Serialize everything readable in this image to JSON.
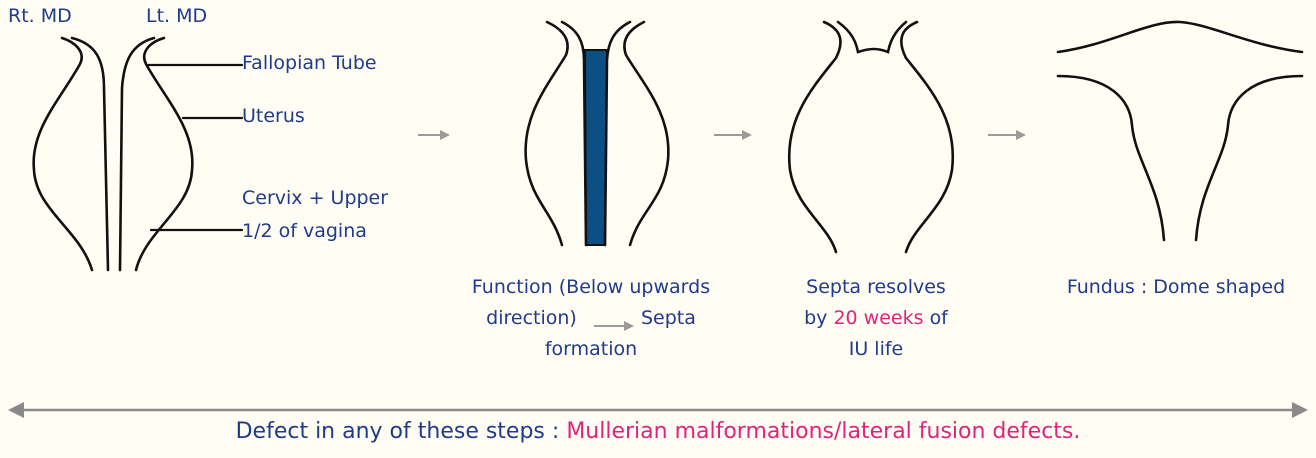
{
  "labels": {
    "right_md": "Rt. MD",
    "left_md": "Lt. MD",
    "fallopian_tube": "Fallopian Tube",
    "uterus": "Uterus",
    "cervix_line1": "Cervix + Upper",
    "cervix_line2": "1/2 of vagina"
  },
  "captions": {
    "fusion": {
      "line1": "Function (Below upwards",
      "line2_pre": "direction)",
      "line2_post": "Septa",
      "line3": "formation"
    },
    "septa": {
      "line1": "Septa resolves",
      "line2_pre": "by",
      "line2_highlight": "20 weeks",
      "line2_post": "of",
      "line3": "IU life"
    },
    "fundus": {
      "line1": "Fundus : Dome shaped"
    }
  },
  "footer": {
    "prefix": "Defect in any of these steps :",
    "highlight": "Mullerian malformations/lateral fusion defects."
  },
  "colors": {
    "text": "#1f3b8c",
    "highlight": "#e0247a",
    "septum": "#0b4f85",
    "arrow": "#9a9a9a",
    "outline": "#111111",
    "background": "#fffdf4"
  }
}
